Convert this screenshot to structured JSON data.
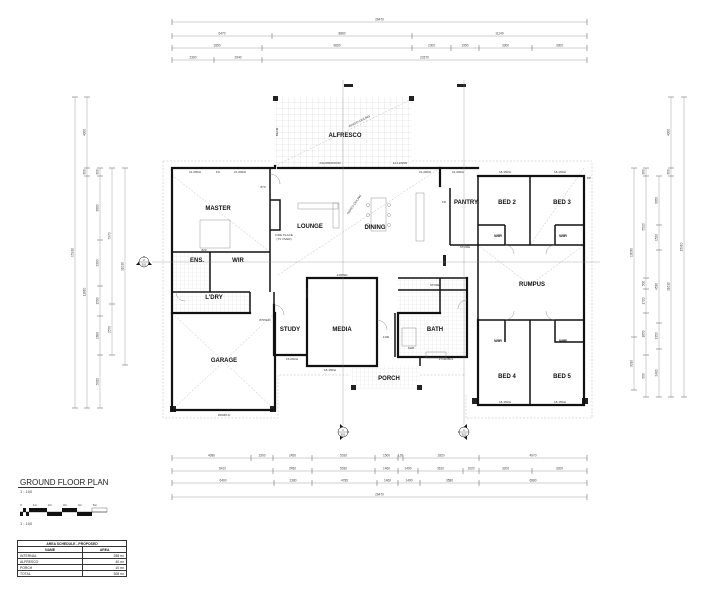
{
  "drawing": {
    "title": "GROUND FLOOR PLAN",
    "scale": "1 : 100",
    "scale_bar": {
      "labels": [
        "0",
        "1m",
        "2m",
        "3m",
        "4m",
        "5m"
      ],
      "note": "1 : 100"
    }
  },
  "rooms": {
    "alfresco": "ALFRESCO",
    "master": "MASTER",
    "ens": "ENS.",
    "wir_master": "WIR",
    "lounge": "LOUNGE",
    "dining": "DINING",
    "pantry": "PANTRY",
    "bed2": "BED 2",
    "bed3": "BED 3",
    "wir2": "WIR",
    "wir3": "WIR",
    "rumpus": "RUMPUS",
    "laundry": "L'DRY",
    "study": "STUDY",
    "media": "MEDIA",
    "bath": "BATH",
    "wir4": "WIR",
    "wir5": "WIR",
    "bed4": "BED 4",
    "bed5": "BED 5",
    "garage": "GARAGE",
    "porch": "PORCH"
  },
  "annotations": {
    "raked_ceiling": "RAKED CEILING",
    "raked_ceiling2": "RAKED CEILING",
    "fireplace": "FIRE PLACE",
    "fireplace2": "(TV OVER)",
    "stacker_door": "24x30SDDOOR",
    "window_alf": "12-12AWR",
    "window_m1": "21-09DH",
    "window_m2": "21-09DH",
    "fg": "FG",
    "window_k1": "21-09DH",
    "window_k2": "21-09DH",
    "window_b2": "18-15DH",
    "window_b3": "18-15DH",
    "window_b4": "18-15DH",
    "window_b5": "18-15DH",
    "window_study": "15-06DH",
    "window_media": "18-15DH",
    "garage_door": "2600PLD",
    "lounge_opening": "2400SD",
    "store": "STORE",
    "store2": "STORE",
    "store3": "STORE",
    "shr": "SHR",
    "bath_window": "2712DBLS",
    "fr": "FR",
    "dp": "DP",
    "door_820": "820",
    "door_870": "870",
    "door_1100": "1100",
    "beam": "BEAM",
    "gar_opening": "870SDD"
  },
  "section_markers": [
    {
      "num": "2",
      "sheet": "301"
    },
    {
      "num": "1",
      "sheet": "301"
    },
    {
      "num": "1",
      "sheet": "302"
    }
  ],
  "dimensions": {
    "top": [
      [
        "26470"
      ],
      [
        "6470",
        "8860",
        "11140"
      ],
      [
        "1850",
        "9660",
        "2300",
        "1950",
        "3300",
        "3300"
      ],
      [
        "2300",
        "2940",
        "22670"
      ]
    ],
    "bottom": [
      [
        "4080",
        "1500",
        "2450",
        "5030",
        "1500",
        "120",
        "1820",
        "4970"
      ],
      [
        "6410",
        "2450",
        "5030",
        "1460",
        "1490",
        "3610",
        "1020",
        "3200",
        "3200"
      ],
      [
        "6400",
        "2380",
        "4785",
        "1460",
        "1490",
        "3580",
        "6880"
      ],
      [
        "26470"
      ]
    ],
    "left": [
      [
        "15910"
      ],
      [
        "4000",
        "300",
        "11610"
      ],
      [
        "300",
        "3800",
        "3300",
        "1500",
        "1600",
        "5020"
      ],
      [
        "7970",
        "2570"
      ],
      [
        "11010"
      ]
    ],
    "right": [
      [
        "10030",
        "3010"
      ],
      [
        "300",
        "5520",
        "500",
        "1720",
        "1650",
        "500"
      ],
      [
        "3050",
        "1520",
        "4530",
        "1350",
        "2400"
      ],
      [
        "4000",
        "300",
        "11610"
      ],
      [
        "15910"
      ]
    ]
  },
  "area_schedule": {
    "title": "AREA SCHEDULE - PROPOSED",
    "headers": [
      "NAME",
      "AREA"
    ],
    "rows": [
      [
        "INTERNAL",
        "258 m²"
      ],
      [
        "ALFRESCO",
        "40 m²"
      ],
      [
        "PORCH",
        "10 m²"
      ],
      [
        "TOTAL",
        "308 m²"
      ]
    ]
  }
}
